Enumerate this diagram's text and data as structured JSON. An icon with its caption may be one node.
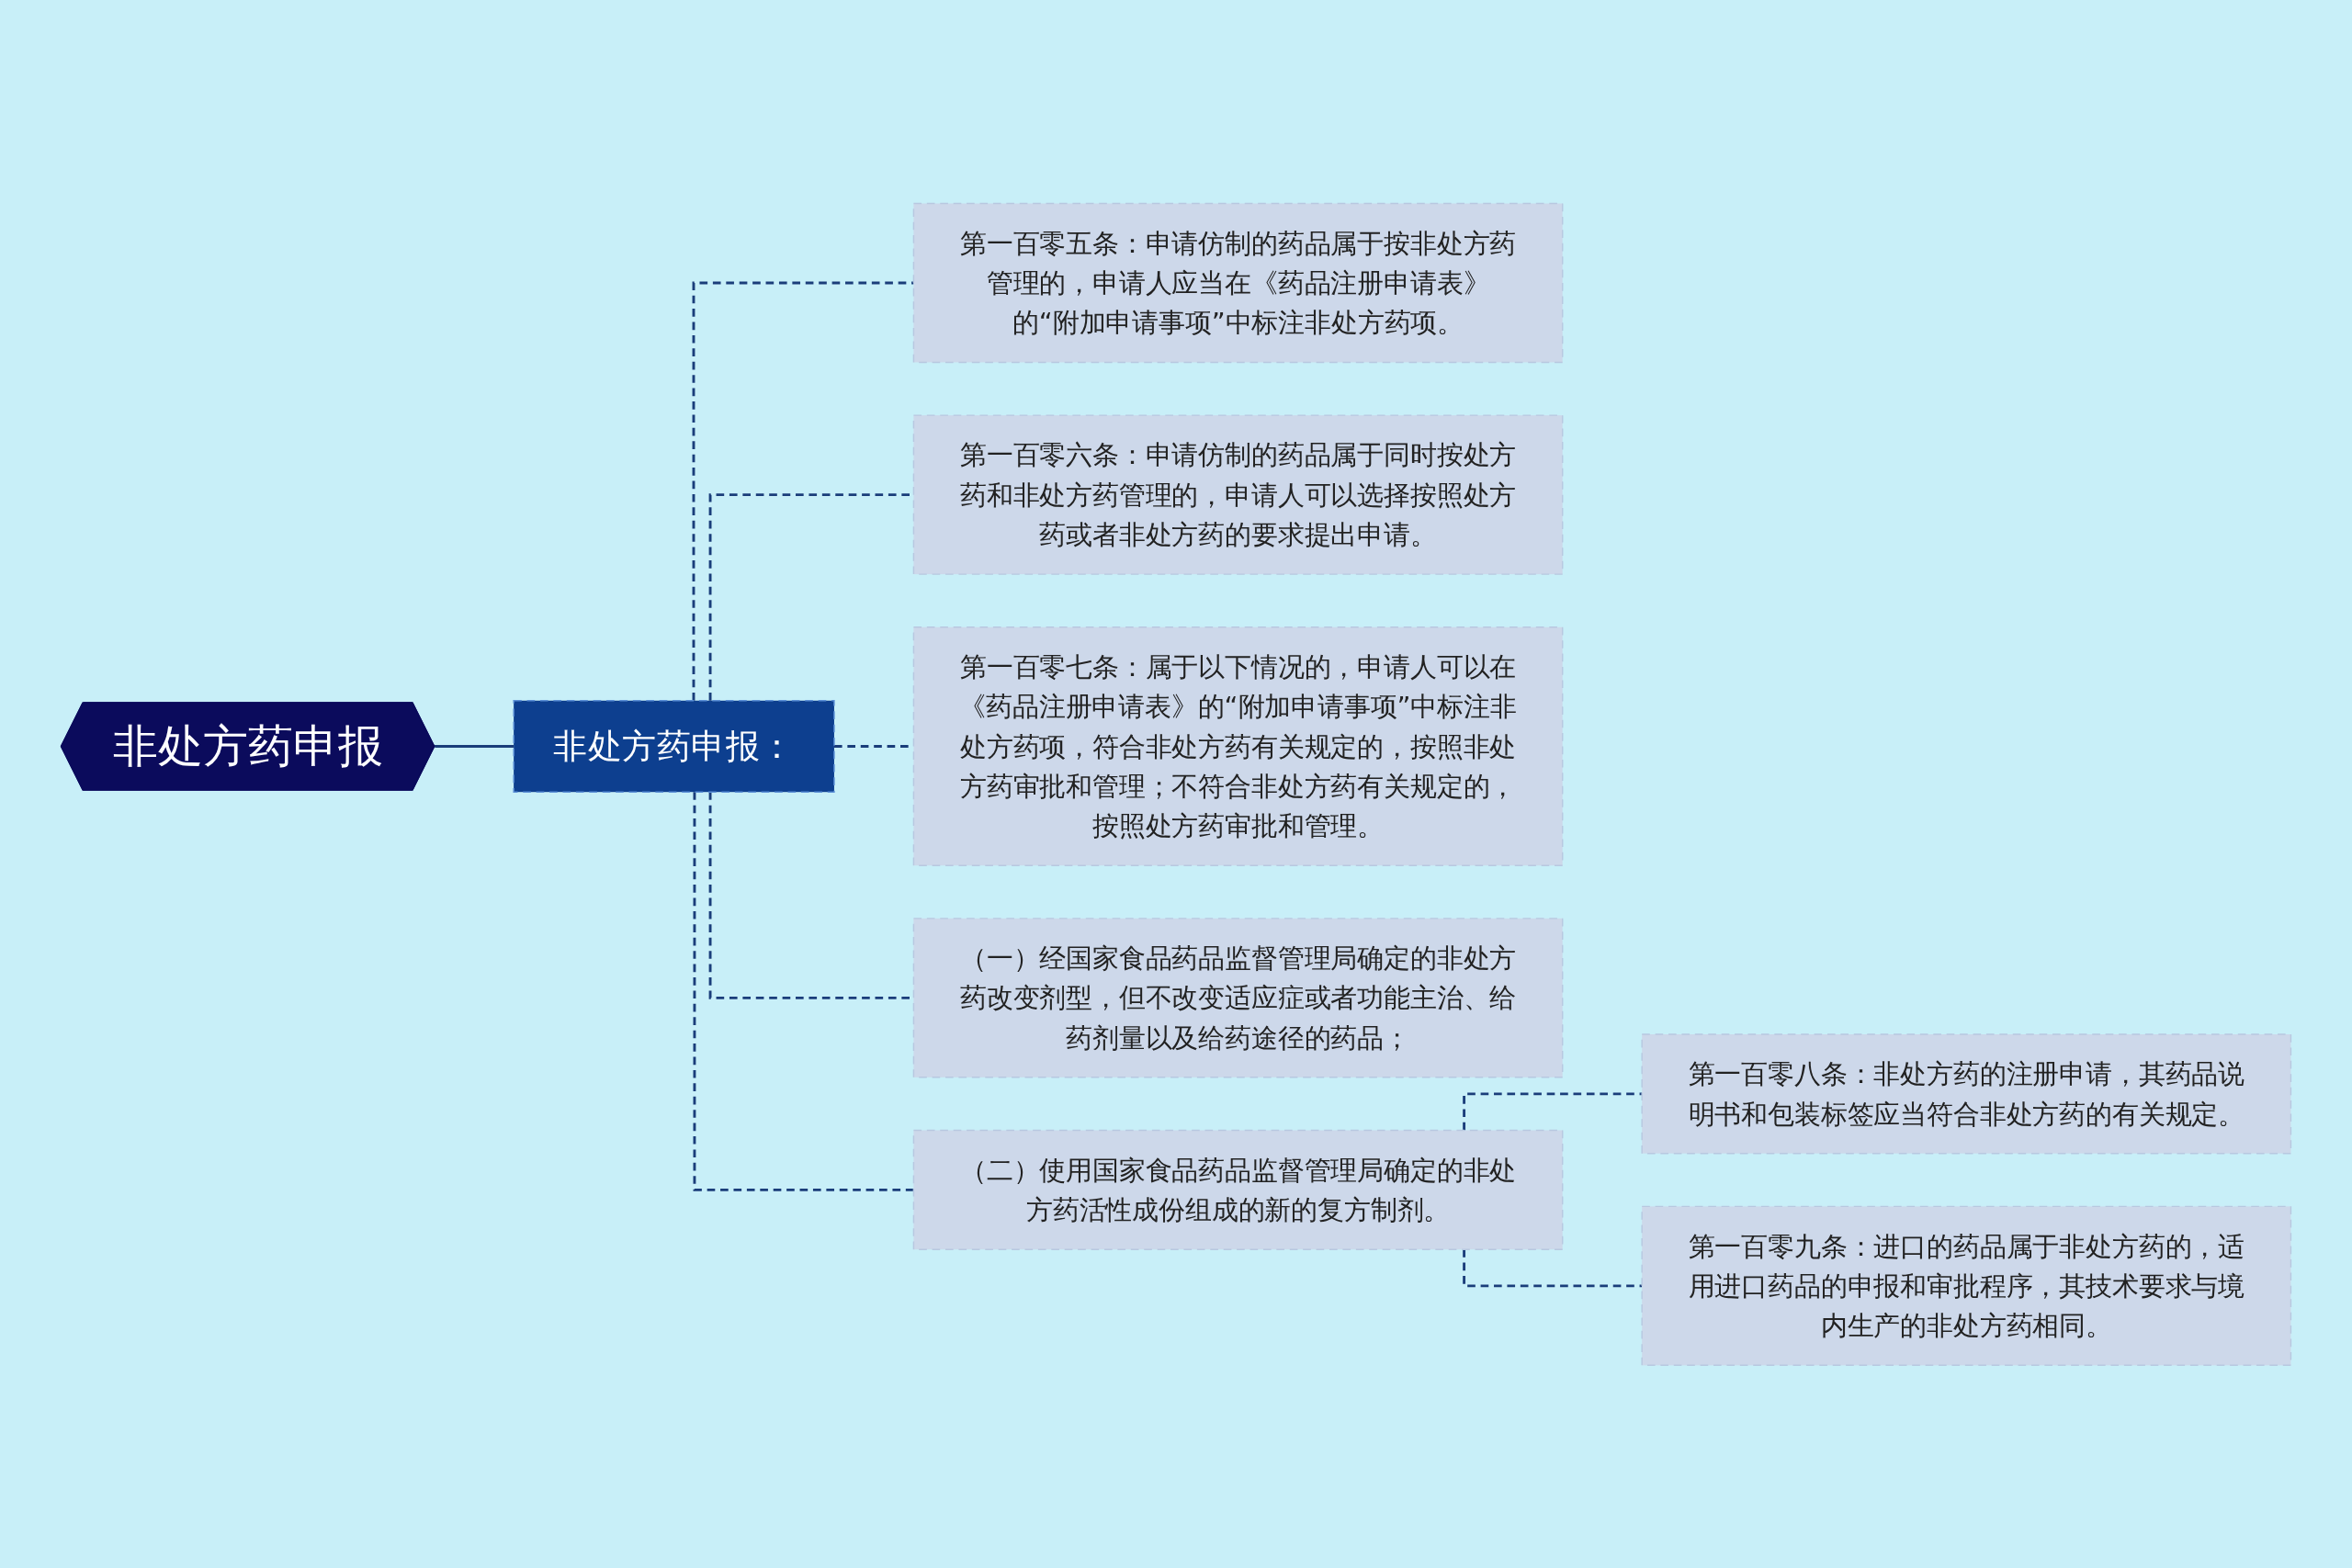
{
  "diagram": {
    "nodes": [
      {
        "text": [
          "非处方药申报"
        ]
      },
      {
        "text": [
          "非处方药申报："
        ]
      },
      {
        "text": [
          "第一百零五条：申请仿制的药品属于按非处方药管理的，申请人应当在《药品注册申请表》的“附加申请事项”中标注非处方药项。"
        ]
      },
      {
        "text": [
          "第一百零六条：申请仿制的药品属于同时按处方药和非处方药管理的，申请人可以选择按照处方药或者非处方药的要求提出申请。"
        ]
      },
      {
        "text": [
          "第一百零七条：属于以下情况的，申请人可以在《药品注册申请表》的“附加申请事项”中标注非处方药项，符合非处方药有关规定的，按照非处方药审批和管理；不符合非处方药有关规定的，按照处方药审批和管理。"
        ]
      },
      {
        "text": [
          "（一）经国家食品药品监督管理局确定的非处方药改变剂型，但不改变适应症或者功能主治、给药剂量以及给药途径的药品；"
        ]
      },
      {
        "text": [
          "（二）使用国家食品药品监督管理局确定的非处方药活性成份组成的新的复方制剂。"
        ]
      },
      {
        "text": [
          "第一百零八条：非处方药的注册申请，其药品说明书和包装标签应当符合非处方药的有关规定。"
        ]
      },
      {
        "text": [
          "第一百零九条：进口的药品属于非处方药的，适用进口药品的申报和审批程序，其技术要求与境内生产的非处方药相同。"
        ]
      }
    ],
    "edges": [
      {
        "from": 0,
        "to": 1,
        "arrow": "none"
      },
      {
        "from": 1,
        "to": 2,
        "arrow": "none",
        "style": "dashed"
      },
      {
        "from": 1,
        "to": 3,
        "arrow": "none",
        "style": "dashed"
      },
      {
        "from": 1,
        "to": 4,
        "arrow": "none",
        "style": "dashed"
      },
      {
        "from": 1,
        "to": 5,
        "arrow": "none",
        "style": "dashed"
      },
      {
        "from": 1,
        "to": 6,
        "arrow": "none",
        "style": "dashed"
      },
      {
        "from": 6,
        "to": 7,
        "arrow": "none",
        "style": "dashed"
      },
      {
        "from": 6,
        "to": 8,
        "arrow": "none",
        "style": "dashed"
      }
    ]
  }
}
